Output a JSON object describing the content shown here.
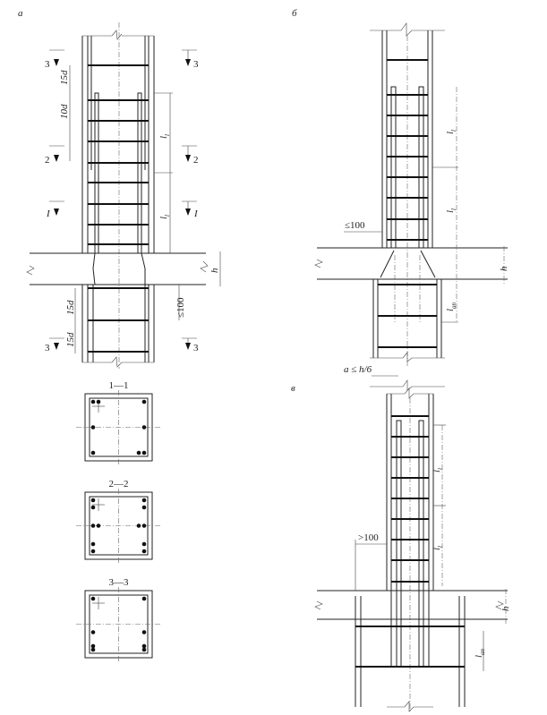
{
  "panels": {
    "a": {
      "label": "а",
      "sections": [
        "3",
        "2",
        "I"
      ],
      "dims": {
        "d15": "15d",
        "d10": "10d",
        "l1": "l",
        "l1_sub": "l",
        "h": "h",
        "le100": "≤100"
      }
    },
    "b": {
      "label": "б",
      "dims": {
        "l1": "l",
        "l1_sub": "l",
        "le100": "≤100",
        "h": "h",
        "lan": "l",
        "lan_sub": "an",
        "a": "a ≤ h/6"
      }
    },
    "v": {
      "label": "в",
      "dims": {
        "l1": "l",
        "l1_sub": "l",
        "gt100": ">100",
        "h": "h",
        "lan": "l",
        "lan_sub": "an"
      }
    }
  },
  "cross_sections": [
    {
      "title": "1—1",
      "bars": 8
    },
    {
      "title": "2—2",
      "bars": 12
    },
    {
      "title": "3—3",
      "bars": 8
    }
  ]
}
